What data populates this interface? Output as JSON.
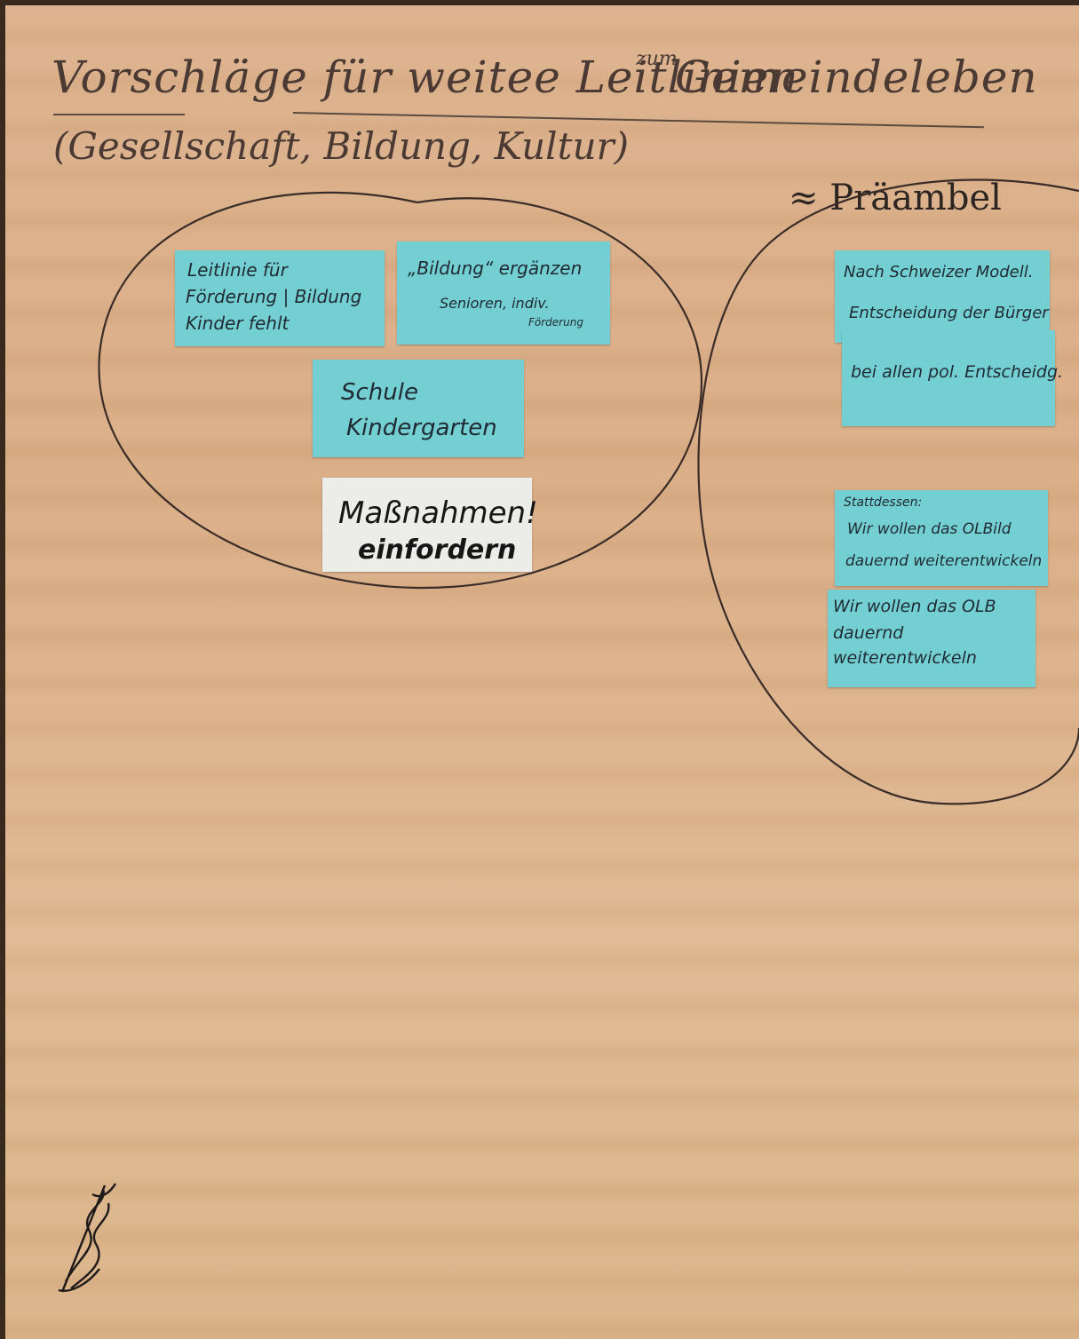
{
  "title": "Vorschläge für weitee Leitlinien",
  "title_superscript": "zum",
  "title_tail": "Gemeindeleben",
  "subtitle": "(Gesellschaft, Bildung, Kultur)",
  "right_heading": "≈ Präambel",
  "left_cluster": {
    "notes": [
      {
        "lines": [
          "Leitlinie für",
          "Förderung | Bildung",
          "Kinder  fehlt"
        ]
      },
      {
        "lines": [
          "„Bildung“ ergänzen",
          "Senioren, indiv.",
          "Förderung"
        ]
      },
      {
        "lines": [
          "Schule",
          "Kindergarten"
        ]
      },
      {
        "lines": [
          "Maßnahmen!",
          "einfordern"
        ]
      }
    ]
  },
  "right_cluster": {
    "notes": [
      {
        "lines": [
          "Nach Schweizer Modell.",
          "Entscheidung der Bürger"
        ]
      },
      {
        "lines": [
          "bei allen pol. Entscheidg."
        ]
      },
      {
        "lines": [
          "Stattdessen:",
          "Wir wollen das OLBild",
          "dauernd weiterentwickeln"
        ]
      },
      {
        "lines": [
          "Wir wollen das OLB",
          "dauernd",
          "weiterentwickeln"
        ]
      }
    ]
  },
  "colors": {
    "paper": "#dcb18b",
    "note_blue": "#74cfd3",
    "note_white": "#ecece8",
    "ink": "#3b2f2a"
  },
  "icons": {
    "signature": "signature-scribble"
  }
}
